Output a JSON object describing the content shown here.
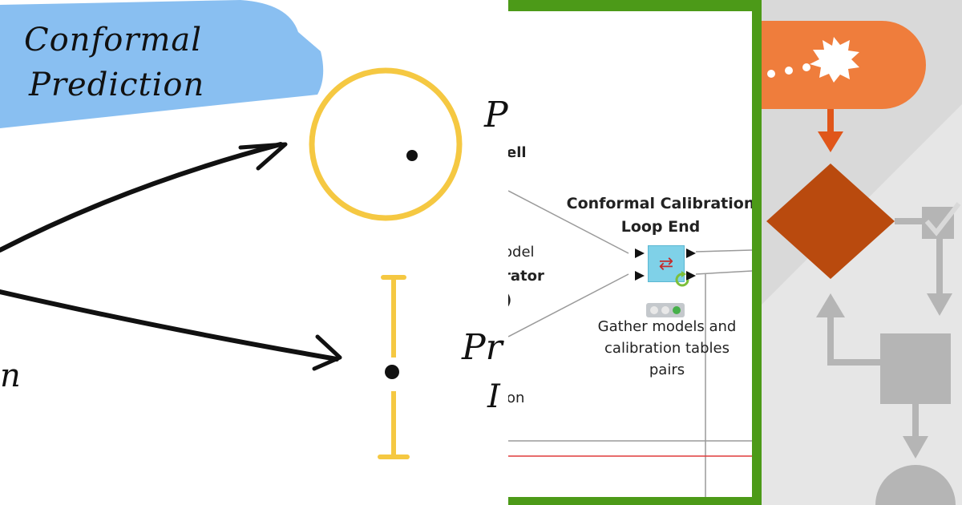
{
  "sketch": {
    "title_line1": "Conformal",
    "title_line2": "Prediction",
    "label_p_top": "P",
    "label_pr_bottom": "Pr",
    "label_i_bottom": "I",
    "label_n_left": "n",
    "colors": {
      "highlight": "#7cb8f0",
      "ring": "#f5c842",
      "ink": "#111111"
    }
  },
  "workflow": {
    "fragment_ell": "ell",
    "fragment_odel": "odel",
    "fragment_rator": "rator",
    "fragment_paren": ")",
    "fragment_on": "on",
    "node_title_line1": "Conformal Calibration",
    "node_title_line2": "Loop End",
    "node_desc_line1": "Gather models and",
    "node_desc_line2": "calibration tables",
    "node_desc_line3": "pairs",
    "node_status": "executed",
    "colors": {
      "frame": "#4c9a18",
      "node_icon": "#7fd1e8",
      "connection": "#9a9a9a",
      "alert_line": "#e03b3b"
    }
  },
  "flowchart": {
    "colors": {
      "start_shape": "#ef7d3c",
      "decision": "#b94a0e",
      "arrow": "#e0561a",
      "inactive": "#b5b5b5",
      "background": "#d9d9d9"
    }
  }
}
